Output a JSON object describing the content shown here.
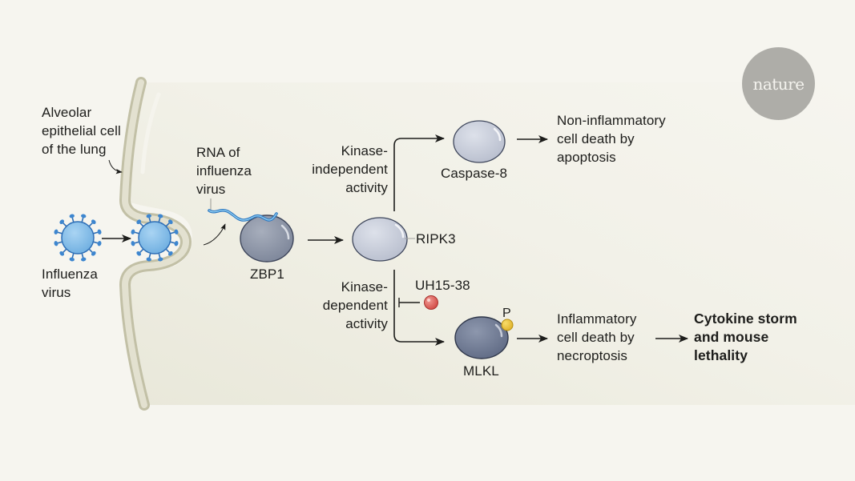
{
  "figure": {
    "publisher_logo": "nature",
    "labels": {
      "cell": "Alveolar\nepithelial cell\nof the lung",
      "virus": "Influenza\nvirus",
      "rna": "RNA of\ninfluenza\nvirus",
      "zbp1": "ZBP1",
      "ripk3": "RIPK3",
      "kinase_independent": "Kinase-\nindependent\nactivity",
      "kinase_dependent": "Kinase-\ndependent\nactivity",
      "caspase8": "Caspase-8",
      "inhibitor": "UH15-38",
      "mlkl": "MLKL",
      "phospho": "P",
      "apoptosis_outcome": "Non-inflammatory\ncell death by\napoptosis",
      "necroptosis_outcome": "Inflammatory\ncell death by\nnecroptosis",
      "final_outcome": "Cytokine storm\nand mouse\nlethality"
    },
    "colors": {
      "background": "#f6f5ef",
      "membrane": "#d6d4c0",
      "membrane_edge": "#c2c0a6",
      "virus_fill": "#8fc3ea",
      "virus_edge": "#2e6fb7",
      "rna": "#4ea3dc",
      "zbp1": "#8f97a8",
      "ripk3": "#c4cad8",
      "caspase8": "#c4cad8",
      "mlkl": "#75809a",
      "inhibitor": "#d9534f",
      "phospho": "#e8c13a",
      "logo": "#aeada8",
      "arrow": "#1d1d1b"
    }
  }
}
